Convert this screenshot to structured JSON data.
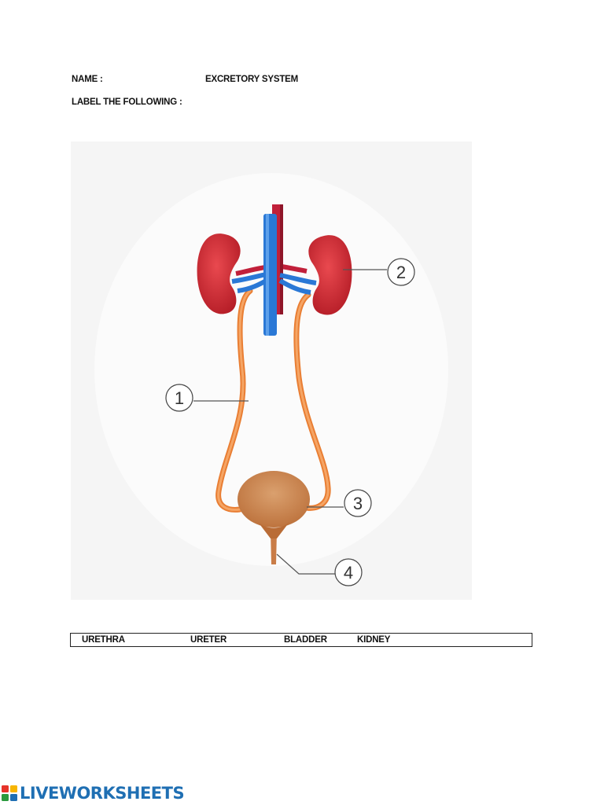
{
  "header": {
    "name_label": "NAME :",
    "title": "EXCRETORY SYSTEM",
    "instruction": "LABEL THE FOLLOWING :"
  },
  "diagram": {
    "callouts": [
      {
        "number": "1",
        "target": "ureter"
      },
      {
        "number": "2",
        "target": "kidney"
      },
      {
        "number": "3",
        "target": "bladder"
      },
      {
        "number": "4",
        "target": "urethra"
      }
    ],
    "colors": {
      "background": "#f5f5f5",
      "kidney": "#d4262f",
      "artery": "#c1203a",
      "vein": "#2a78d6",
      "ureter": "#f08a3c",
      "bladder": "#c97c47"
    }
  },
  "word_bank": {
    "words": [
      "URETHRA",
      "URETER",
      "BLADDER",
      "KIDNEY"
    ]
  },
  "footer": {
    "brand": "LIVEWORKSHEETS"
  }
}
